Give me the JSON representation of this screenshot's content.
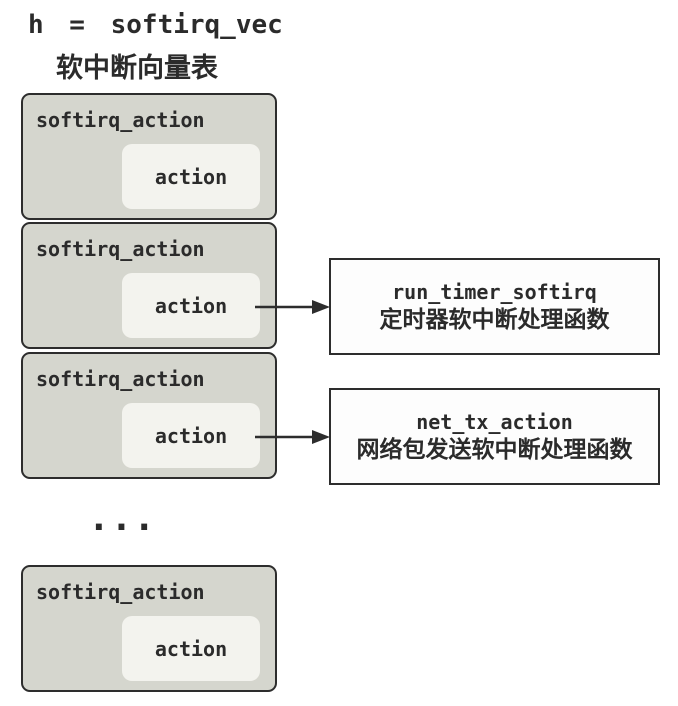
{
  "title": {
    "line1": "h = softirq_vec",
    "line2": "软中断向量表"
  },
  "vector_table": {
    "entries": [
      {
        "label": "softirq_action",
        "field": "action"
      },
      {
        "label": "softirq_action",
        "field": "action"
      },
      {
        "label": "softirq_action",
        "field": "action"
      },
      {
        "label": "softirq_action",
        "field": "action"
      }
    ],
    "ellipsis": "..."
  },
  "handlers": [
    {
      "name": "run_timer_softirq",
      "desc": "定时器软中断处理函数"
    },
    {
      "name": "net_tx_action",
      "desc": "网络包发送软中断处理函数"
    }
  ],
  "colors": {
    "box_fill": "#d5d6ce",
    "inner_fill": "#f3f3ee",
    "handler_fill": "#fdfdfd",
    "border": "#2d2d2d",
    "text": "#2b2b2b",
    "page_bg": "#ffffff"
  }
}
